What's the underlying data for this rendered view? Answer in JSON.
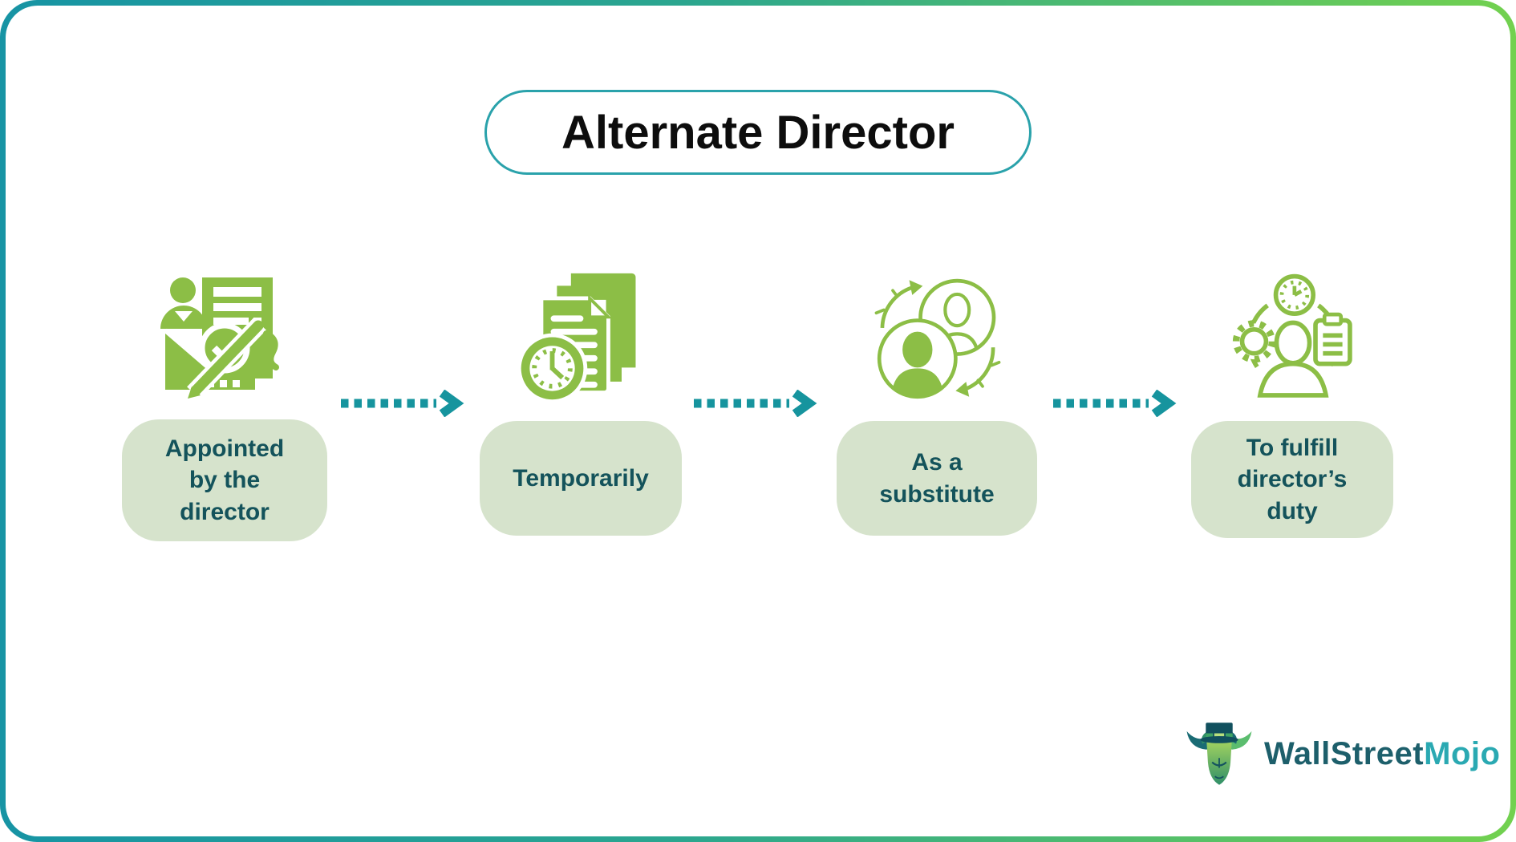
{
  "page": {
    "title": "Alternate Director"
  },
  "steps": [
    {
      "label": "Appointed\nby the\ndirector",
      "icon": "appointment-document-icon"
    },
    {
      "label": "Temporarily",
      "icon": "clock-documents-icon"
    },
    {
      "label": "As a\nsubstitute",
      "icon": "person-swap-icon"
    },
    {
      "label": "To fulfill\ndirector’s\nduty",
      "icon": "director-duties-icon"
    }
  ],
  "branding": {
    "logo_icon": "bull-with-top-hat-icon",
    "logo_text_primary": "WallStreet",
    "logo_text_secondary": "Mojo"
  },
  "colors": {
    "icon_green": "#8CBE46",
    "arrow_teal": "#16949E",
    "label_background": "#D6E3CC",
    "label_text": "#14535B",
    "title_border": "#2AA2AB",
    "frame_gradient_start": "#1794A4",
    "frame_gradient_end": "#72D14F",
    "logo_primary": "#1D5F6B",
    "logo_secondary": "#2AA9B2"
  }
}
